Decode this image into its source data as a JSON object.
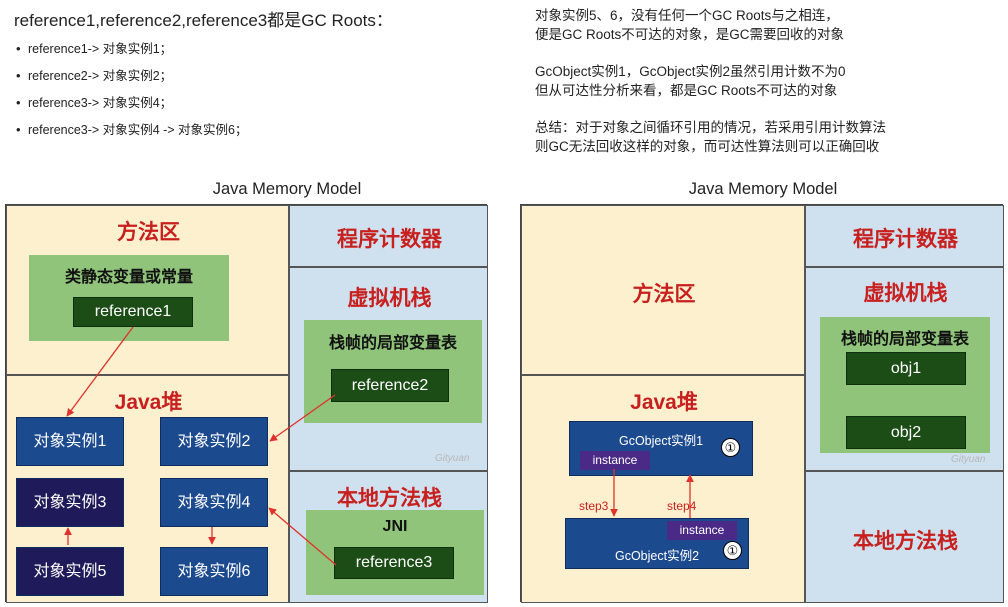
{
  "notes_left": {
    "title": "reference1,reference2,reference3都是GC Roots：",
    "items": [
      "reference1-> 对象实例1；",
      "reference2-> 对象实例2；",
      "reference3-> 对象实例4；",
      "reference3-> 对象实例4 -> 对象实例6；"
    ]
  },
  "notes_right": {
    "p1_line1": "对象实例5、6，没有任何一个GC Roots与之相连，",
    "p1_line2": "便是GC Roots不可达的对象，是GC需要回收的对象",
    "p2_line1": "GcObject实例1，GcObject实例2虽然引用计数不为0",
    "p2_line2": "但从可达性分析来看，都是GC Roots不可达的对象",
    "p3_line1": "总结：对于对象之间循环引用的情况，若采用引用计数算法",
    "p3_line2": "则GC无法回收这样的对象，而可达性算法则可以正确回收"
  },
  "diagram_left": {
    "title": "Java Memory Model",
    "method_area": "方法区",
    "static_vars": "类静态变量或常量",
    "reference1": "reference1",
    "pc_register": "程序计数器",
    "vm_stack": "虚拟机栈",
    "local_vars": "栈帧的局部变量表",
    "reference2": "reference2",
    "heap": "Java堆",
    "obj1": "对象实例1",
    "obj2": "对象实例2",
    "obj3": "对象实例3",
    "obj4": "对象实例4",
    "obj5": "对象实例5",
    "obj6": "对象实例6",
    "native_stack": "本地方法栈",
    "jni": "JNI",
    "reference3": "reference3",
    "watermark": "Gityuan"
  },
  "diagram_right": {
    "title": "Java Memory Model",
    "method_area": "方法区",
    "pc_register": "程序计数器",
    "vm_stack": "虚拟机栈",
    "local_vars": "栈帧的局部变量表",
    "obj1": "obj1",
    "obj2": "obj2",
    "heap": "Java堆",
    "gc1": "GcObject实例1",
    "gc2": "GcObject实例2",
    "instance": "instance",
    "refcount": "①",
    "step3": "step3",
    "step4": "step4",
    "native_stack": "本地方法栈",
    "watermark": "Gityuan"
  },
  "colors": {
    "yellow_area": "#fdf0cf",
    "blue_area": "#cfe0ef",
    "title_red": "#c8201e",
    "green": "#8fc47a",
    "dark_green": "#1c4d16",
    "object_blue": "#1c4a8f",
    "object_dark": "#1f1b5a",
    "instance_purple": "#4a2a86",
    "arrow_red": "#e0312b"
  }
}
